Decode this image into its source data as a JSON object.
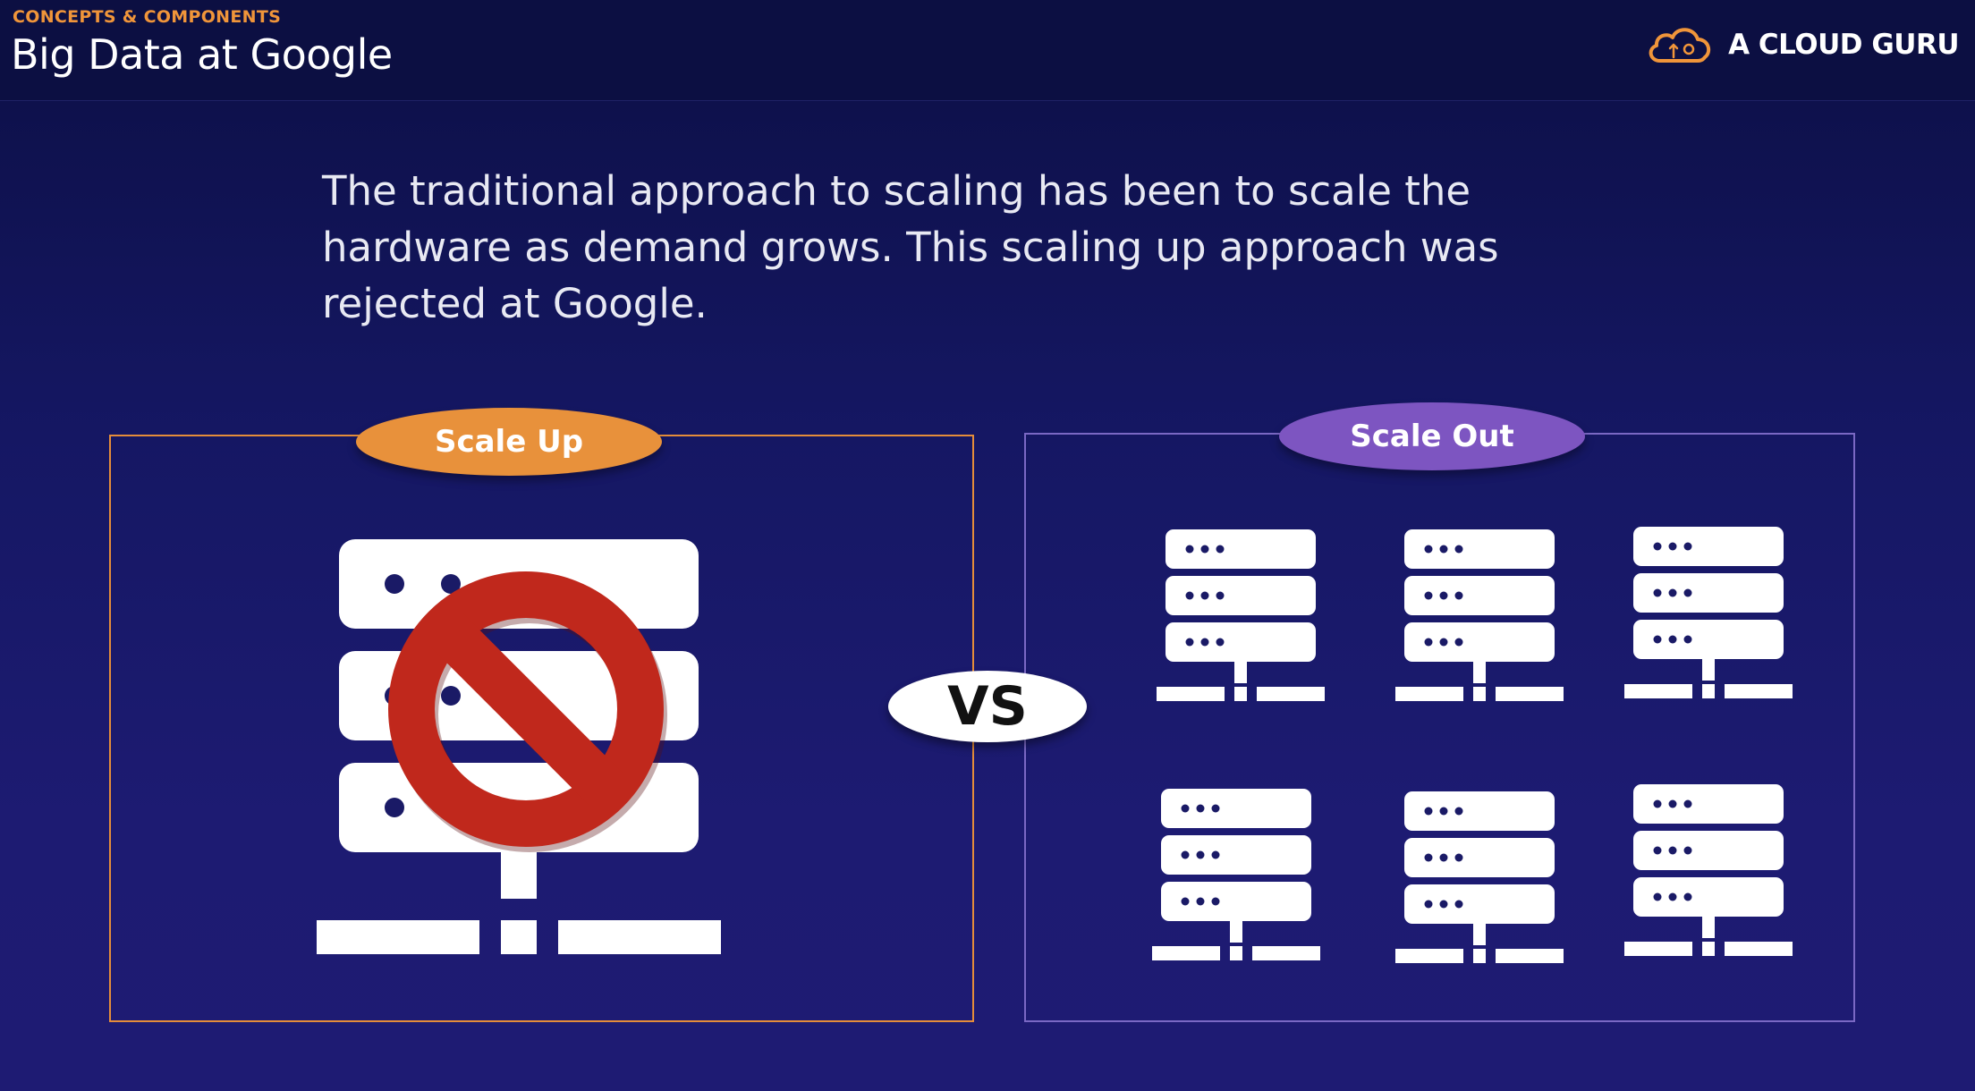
{
  "header": {
    "kicker": "CONCEPTS & COMPONENTS",
    "title": "Big Data at Google",
    "brand": "A CLOUD GURU",
    "brand_logo_icon": "cloud-logo-icon"
  },
  "body": {
    "text": "The traditional approach to scaling has been to scale the hardware as demand grows.  This scaling up approach was rejected at Google."
  },
  "comparison": {
    "left_label": "Scale Up",
    "right_label": "Scale Out",
    "vs_label": "VS",
    "left_icons": [
      "large-server-icon",
      "prohibited-icon"
    ],
    "right_server_count": 6,
    "right_icon": "server-icon"
  },
  "colors": {
    "accent_orange": "#e8913b",
    "accent_purple": "#7d55c1",
    "prohibit_red": "#c0281c",
    "background": "#151763"
  }
}
